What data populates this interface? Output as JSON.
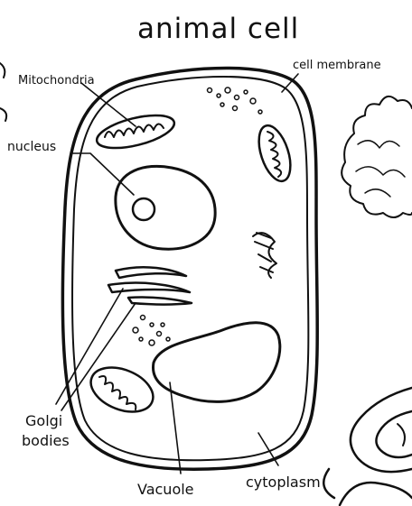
{
  "title": "animal cell",
  "labels": {
    "mitochondria": "Mitochondria",
    "cell_membrane": "cell membrane",
    "nucleus": "nucleus",
    "golgi_line1": "Golgi",
    "golgi_line2": "bodies",
    "vacuole": "Vacuole",
    "cytoplasm": "cytoplasm"
  },
  "colors": {
    "ink": "#111111",
    "background": "#ffffff"
  }
}
